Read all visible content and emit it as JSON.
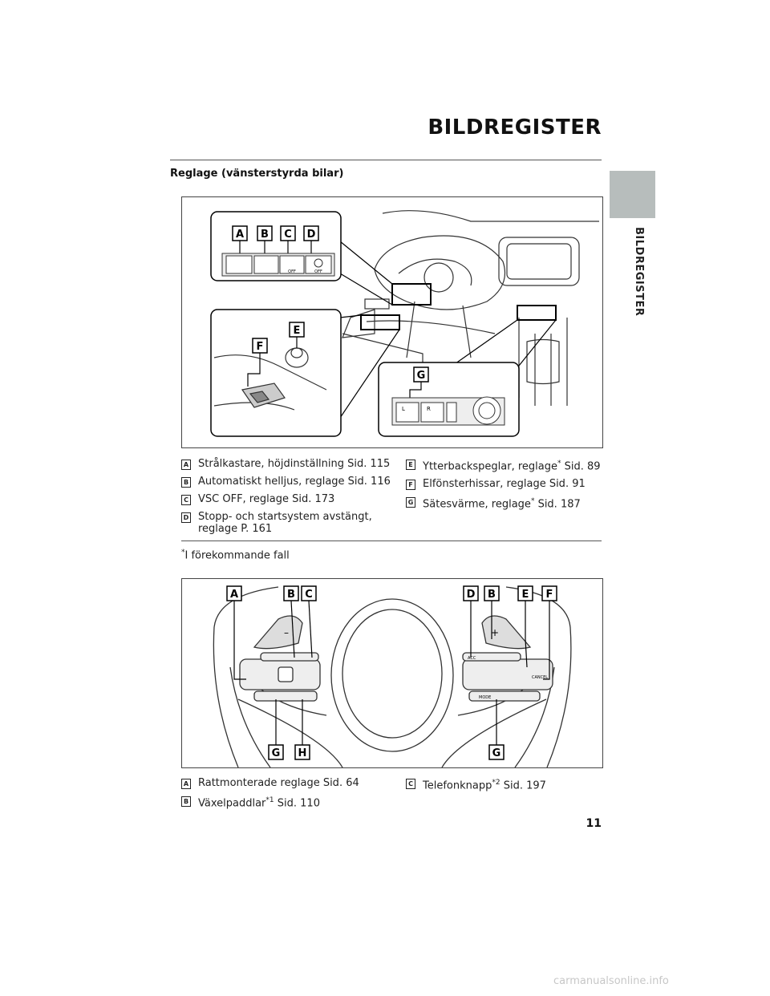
{
  "header": {
    "title": "BILDREGISTER",
    "side_tab_label": "BILDREGISTER"
  },
  "section": {
    "heading": "Reglage (vänsterstyrda bilar)"
  },
  "figure1": {
    "callouts": [
      "A",
      "B",
      "C",
      "D",
      "E",
      "F",
      "G"
    ],
    "button_labels": {
      "vsc_off": "OFF",
      "auto_off": "OFF",
      "seat_left": "L",
      "seat_right": "R"
    }
  },
  "captions1_left": [
    {
      "key": "A",
      "text": "Strålkastare, höjdinställning Sid. 115"
    },
    {
      "key": "B",
      "text": "Automatiskt helljus, reglage Sid. 116"
    },
    {
      "key": "C",
      "text": "VSC OFF, reglage Sid. 173"
    },
    {
      "key": "D",
      "text": "Stopp- och startsystem avstängt,\nreglage P. 161"
    }
  ],
  "captions1_right": [
    {
      "key": "E",
      "text": "Ytterbackspeglar, reglage",
      "mark": "*",
      "ref": " Sid. 89"
    },
    {
      "key": "F",
      "text": "Elfönsterhissar, reglage Sid. 91"
    },
    {
      "key": "G",
      "text": "Sätesvärme, reglage",
      "mark": "*",
      "ref": " Sid. 187"
    }
  ],
  "footnote": {
    "mark": "*",
    "text": "I förekommande fall"
  },
  "figure2": {
    "callouts_top": [
      "A",
      "B",
      "C",
      "D",
      "B",
      "E",
      "F"
    ],
    "callouts_bottom": [
      "G",
      "H",
      "G"
    ],
    "button_labels": {
      "minus": "–",
      "plus": "+",
      "mode": "MODE",
      "cancel": "CANCEL",
      "acc": "ACC"
    }
  },
  "captions2_left": [
    {
      "key": "A",
      "text": "Rattmonterade reglage Sid. 64"
    },
    {
      "key": "B",
      "text": "Växelpaddlar",
      "mark": "*1",
      "ref": " Sid. 110"
    }
  ],
  "captions2_right": [
    {
      "key": "C",
      "text": "Telefonknapp",
      "mark": "*2",
      "ref": " Sid. 197"
    }
  ],
  "footer": {
    "page_number": "11",
    "watermark": "carmanualsonline.info"
  }
}
